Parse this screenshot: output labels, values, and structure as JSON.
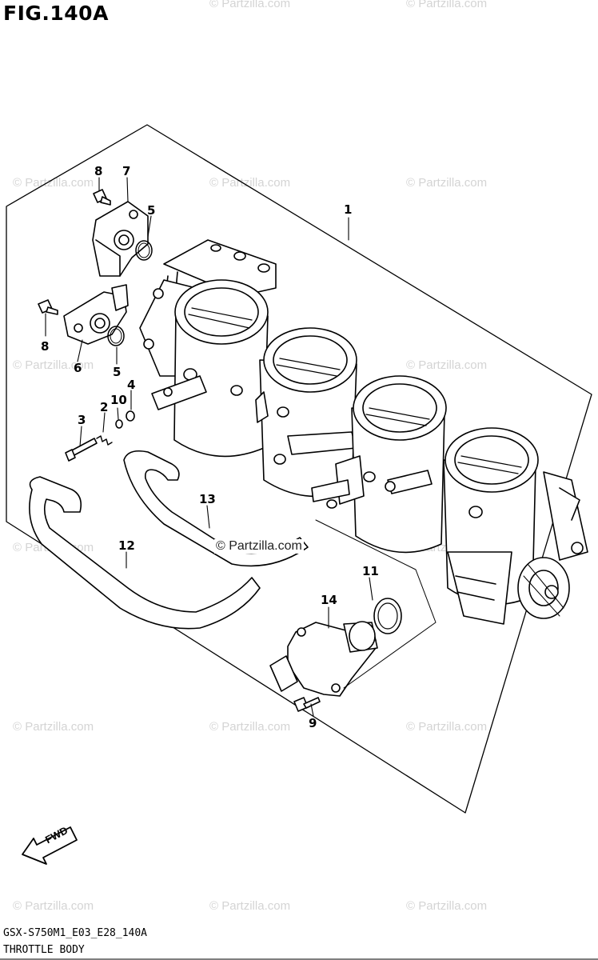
{
  "figure_title": "FIG.140A",
  "footer": {
    "model_code": "GSX-S750M1_E03_E28_140A",
    "group_name": "THROTTLE BODY"
  },
  "fwd_arrow_label": "FWD",
  "watermark_text": "© Partzilla.com",
  "central_watermark": "© Partzilla.com",
  "callouts": [
    "1",
    "2",
    "3",
    "4",
    "5",
    "5",
    "6",
    "7",
    "8",
    "8",
    "9",
    "10",
    "11",
    "12",
    "13",
    "14"
  ]
}
